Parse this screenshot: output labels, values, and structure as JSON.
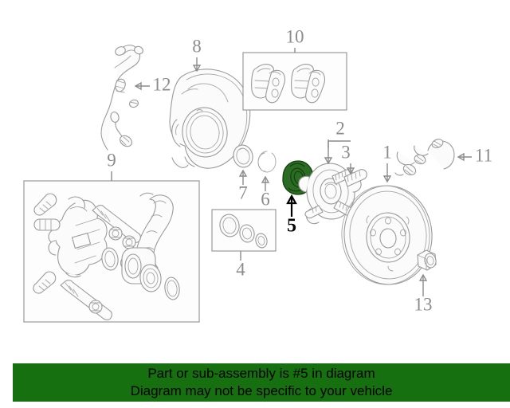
{
  "diagram": {
    "type": "automotive-exploded-parts-diagram",
    "subject": "Front brake / hub assembly",
    "background_color": "#ffffff",
    "line_color": "#9a9a9a",
    "callout_color": "#8c8c8c",
    "highlight_color": "#2b6b23",
    "highlight_outline_color": "#14430f",
    "highlighted_item": "5",
    "callouts": [
      {
        "id": "1",
        "label": "1",
        "part": "brake-rotor-disc",
        "highlighted": false
      },
      {
        "id": "2",
        "label": "2",
        "part": "wheel-hub",
        "highlighted": false
      },
      {
        "id": "3",
        "label": "3",
        "part": "hub-stud-bolt",
        "highlighted": false
      },
      {
        "id": "4",
        "label": "4",
        "part": "caliper-seal-kit-box",
        "highlighted": false
      },
      {
        "id": "5",
        "label": "5",
        "part": "wheel-bearing-seal",
        "highlighted": true
      },
      {
        "id": "6",
        "label": "6",
        "part": "snap-ring-circlip",
        "highlighted": false
      },
      {
        "id": "7",
        "label": "7",
        "part": "oil-seal-ring",
        "highlighted": false
      },
      {
        "id": "8",
        "label": "8",
        "part": "brake-dust-shield",
        "highlighted": false
      },
      {
        "id": "9",
        "label": "9",
        "part": "brake-caliper-assembly-box",
        "highlighted": false
      },
      {
        "id": "10",
        "label": "10",
        "part": "brake-pad-set-box",
        "highlighted": false
      },
      {
        "id": "11",
        "label": "11",
        "part": "brake-hose",
        "highlighted": false
      },
      {
        "id": "12",
        "label": "12",
        "part": "abs-speed-sensor-wire",
        "highlighted": false
      },
      {
        "id": "13",
        "label": "13",
        "part": "wheel-lug-nut",
        "highlighted": false
      }
    ]
  },
  "banner": {
    "background_color": "#16700f",
    "text_color": "#000000",
    "line1": "Part or sub-assembly is #5 in diagram",
    "line2": "Diagram may not be specific to your vehicle"
  }
}
